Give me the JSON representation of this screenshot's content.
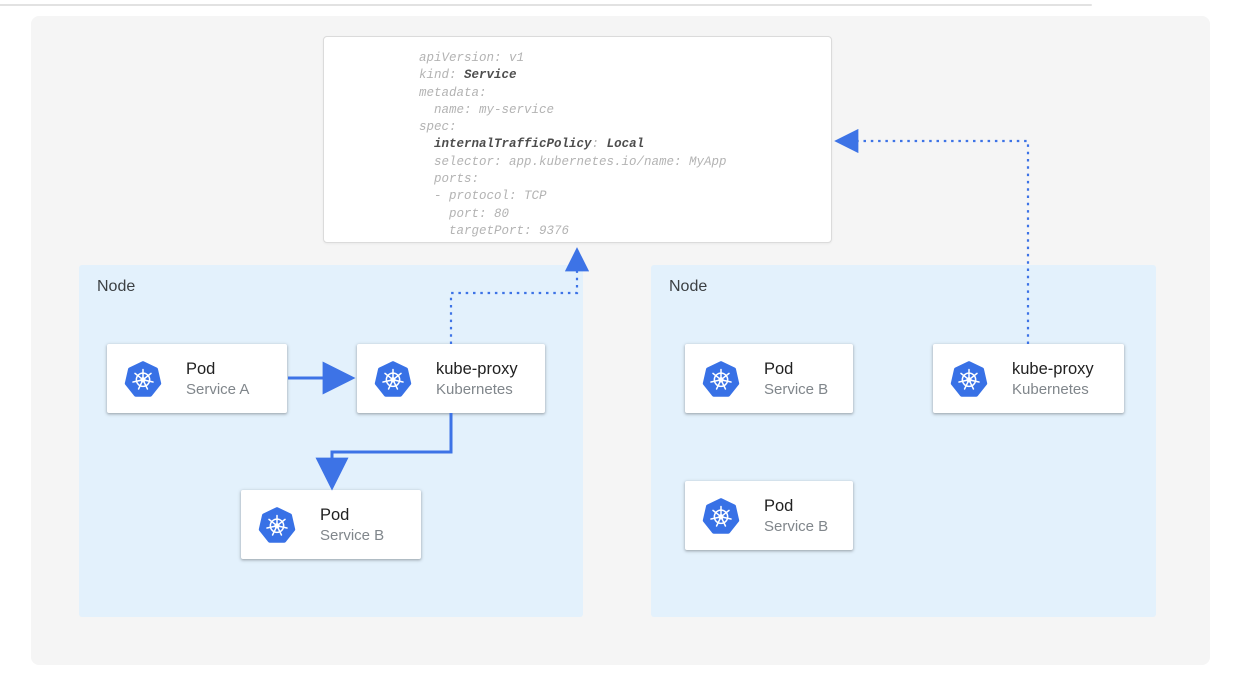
{
  "colors": {
    "arrow": "#3d73e6",
    "k8s-blue": "#3871e6",
    "node-bg": "#e3f1fc",
    "canvas-bg": "#f5f5f5",
    "code-text": "#b3b3b3",
    "code-bold": "#4d4d4d",
    "title": "#212121",
    "subtitle": "#80868b",
    "node-label": "#3c4043",
    "box-border": "#dbdbdb"
  },
  "icons": {
    "kubernetes": "k8s-helm-wheel-in-heptagon"
  },
  "code": {
    "lines": [
      {
        "t1": "apiVersion: v1"
      },
      {
        "t1": "kind: ",
        "b1": "Service"
      },
      {
        "t1": "metadata:"
      },
      {
        "t1": "  name: my-service"
      },
      {
        "t1": "spec:"
      },
      {
        "t1": "  ",
        "b1": "internalTrafficPolicy",
        "t2": ": ",
        "b2": "Local"
      },
      {
        "t1": "  selector: app.kubernetes.io/name: MyApp"
      },
      {
        "t1": "  ports:"
      },
      {
        "t1": "  - protocol: TCP"
      },
      {
        "t1": "    port: 80"
      },
      {
        "t1": "    targetPort: 9376"
      }
    ]
  },
  "nodes": [
    {
      "label": "Node",
      "cards": [
        {
          "title": "Pod",
          "subtitle": "Service A"
        },
        {
          "title": "kube-proxy",
          "subtitle": "Kubernetes"
        },
        {
          "title": "Pod",
          "subtitle": "Service B"
        }
      ]
    },
    {
      "label": "Node",
      "cards": [
        {
          "title": "Pod",
          "subtitle": "Service B"
        },
        {
          "title": "kube-proxy",
          "subtitle": "Kubernetes"
        },
        {
          "title": "Pod",
          "subtitle": "Service B"
        }
      ]
    }
  ]
}
